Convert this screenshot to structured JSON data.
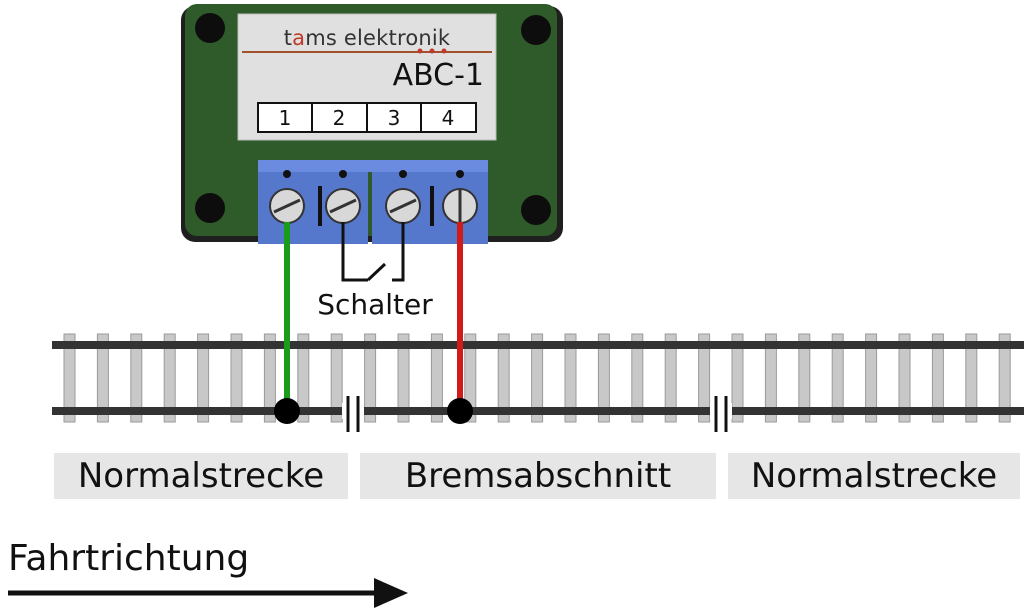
{
  "module": {
    "brand_prefix": "t",
    "brand_accent": "a",
    "brand_rest": "ms elektronik",
    "model": "ABC-1",
    "terminals": [
      "1",
      "2",
      "3",
      "4"
    ]
  },
  "switch_label": "Schalter",
  "sections": [
    "Normalstrecke",
    "Bremsabschnitt",
    "Normalstrecke"
  ],
  "direction_label": "Fahrtrichtung",
  "colors": {
    "board": "#2f5a2a",
    "terminal_block": "#5b7fd6",
    "wire_green": "#1a9b1a",
    "wire_red": "#d11a1a",
    "rail": "#333333",
    "sleeper": "#c8c8c8"
  }
}
